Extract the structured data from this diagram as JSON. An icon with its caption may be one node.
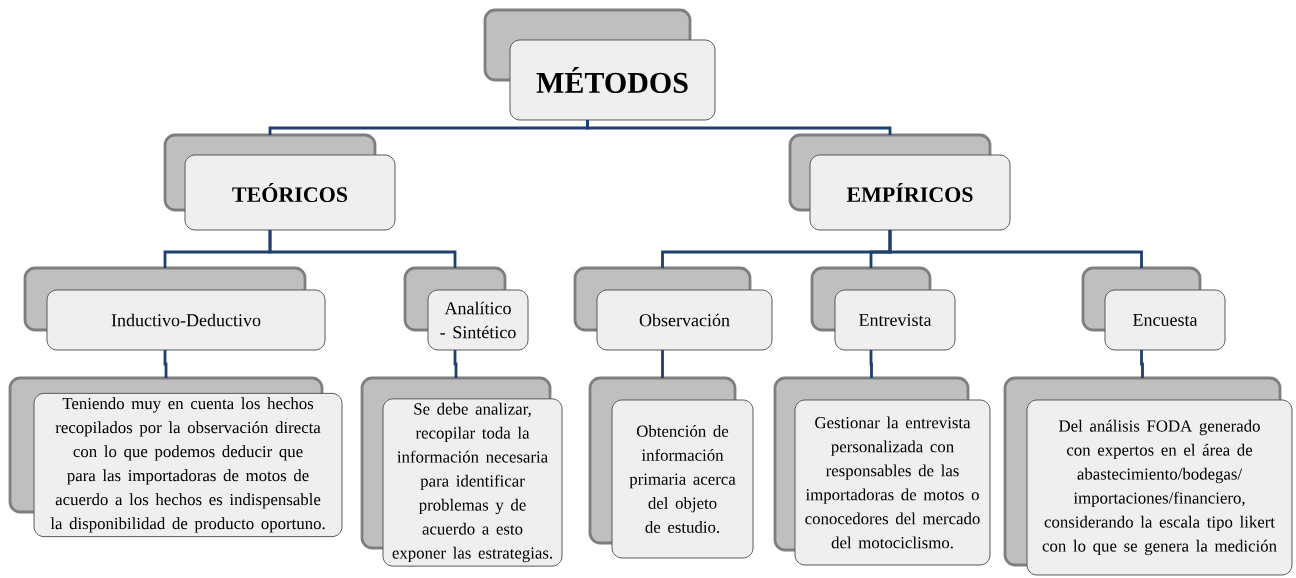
{
  "diagram": {
    "nodes": [
      {
        "text": [
          "MÉTODOS"
        ]
      },
      {
        "text": [
          "TEÓRICOS"
        ]
      },
      {
        "text": [
          "EMPÍRICOS"
        ]
      },
      {
        "text": [
          "Inductivo-Deductivo"
        ]
      },
      {
        "text": [
          "Analítico - Sintético"
        ]
      },
      {
        "text": [
          "Observación"
        ]
      },
      {
        "text": [
          "Entrevista"
        ]
      },
      {
        "text": [
          "Encuesta"
        ]
      },
      {
        "text": [
          "Teniendo muy en cuenta los hechos recopilados por la observación directa con lo que podemos deducir que para las importadoras de motos de acuerdo a los hechos es indispensable la disponibilidad de producto oportuno."
        ]
      },
      {
        "text": [
          "Se debe analizar, recopilar toda la información necesaria para identificar problemas y de acuerdo a esto exponer las estrategias."
        ]
      },
      {
        "text": [
          "Obtención de información primaria acerca del objeto de estudio."
        ]
      },
      {
        "text": [
          "Gestionar la entrevista personalizada con responsables de las importadoras de motos o conocedores del mercado del motociclismo."
        ]
      },
      {
        "text": [
          "Del análisis FODA generado con expertos en el área de abastecimiento/bodegas/importaciones/financiero, considerando la escala tipo likert con lo que se genera la medición"
        ]
      }
    ],
    "edges": [
      {
        "from": 0,
        "to": 1,
        "arrow": "none"
      },
      {
        "from": 0,
        "to": 2,
        "arrow": "none"
      },
      {
        "from": 1,
        "to": 3,
        "arrow": "none"
      },
      {
        "from": 1,
        "to": 4,
        "arrow": "none"
      },
      {
        "from": 2,
        "to": 5,
        "arrow": "none"
      },
      {
        "from": 2,
        "to": 6,
        "arrow": "none"
      },
      {
        "from": 2,
        "to": 7,
        "arrow": "none"
      },
      {
        "from": 3,
        "to": 8,
        "arrow": "none"
      },
      {
        "from": 4,
        "to": 9,
        "arrow": "none"
      },
      {
        "from": 5,
        "to": 10,
        "arrow": "none"
      },
      {
        "from": 6,
        "to": 11,
        "arrow": "none"
      },
      {
        "from": 7,
        "to": 12,
        "arrow": "none"
      }
    ]
  }
}
